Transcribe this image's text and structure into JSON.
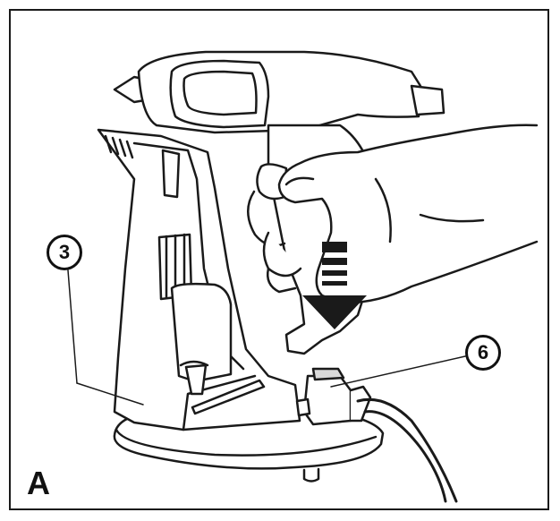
{
  "callouts": [
    {
      "id": "base",
      "label": "3"
    },
    {
      "id": "connector",
      "label": "6"
    }
  ],
  "figure_label": "A",
  "colors": {
    "ink": "#1a1a1a",
    "fill": "#ffffff",
    "shade": "#d9d9d9"
  },
  "icons": [
    "arrow-down-icon"
  ]
}
